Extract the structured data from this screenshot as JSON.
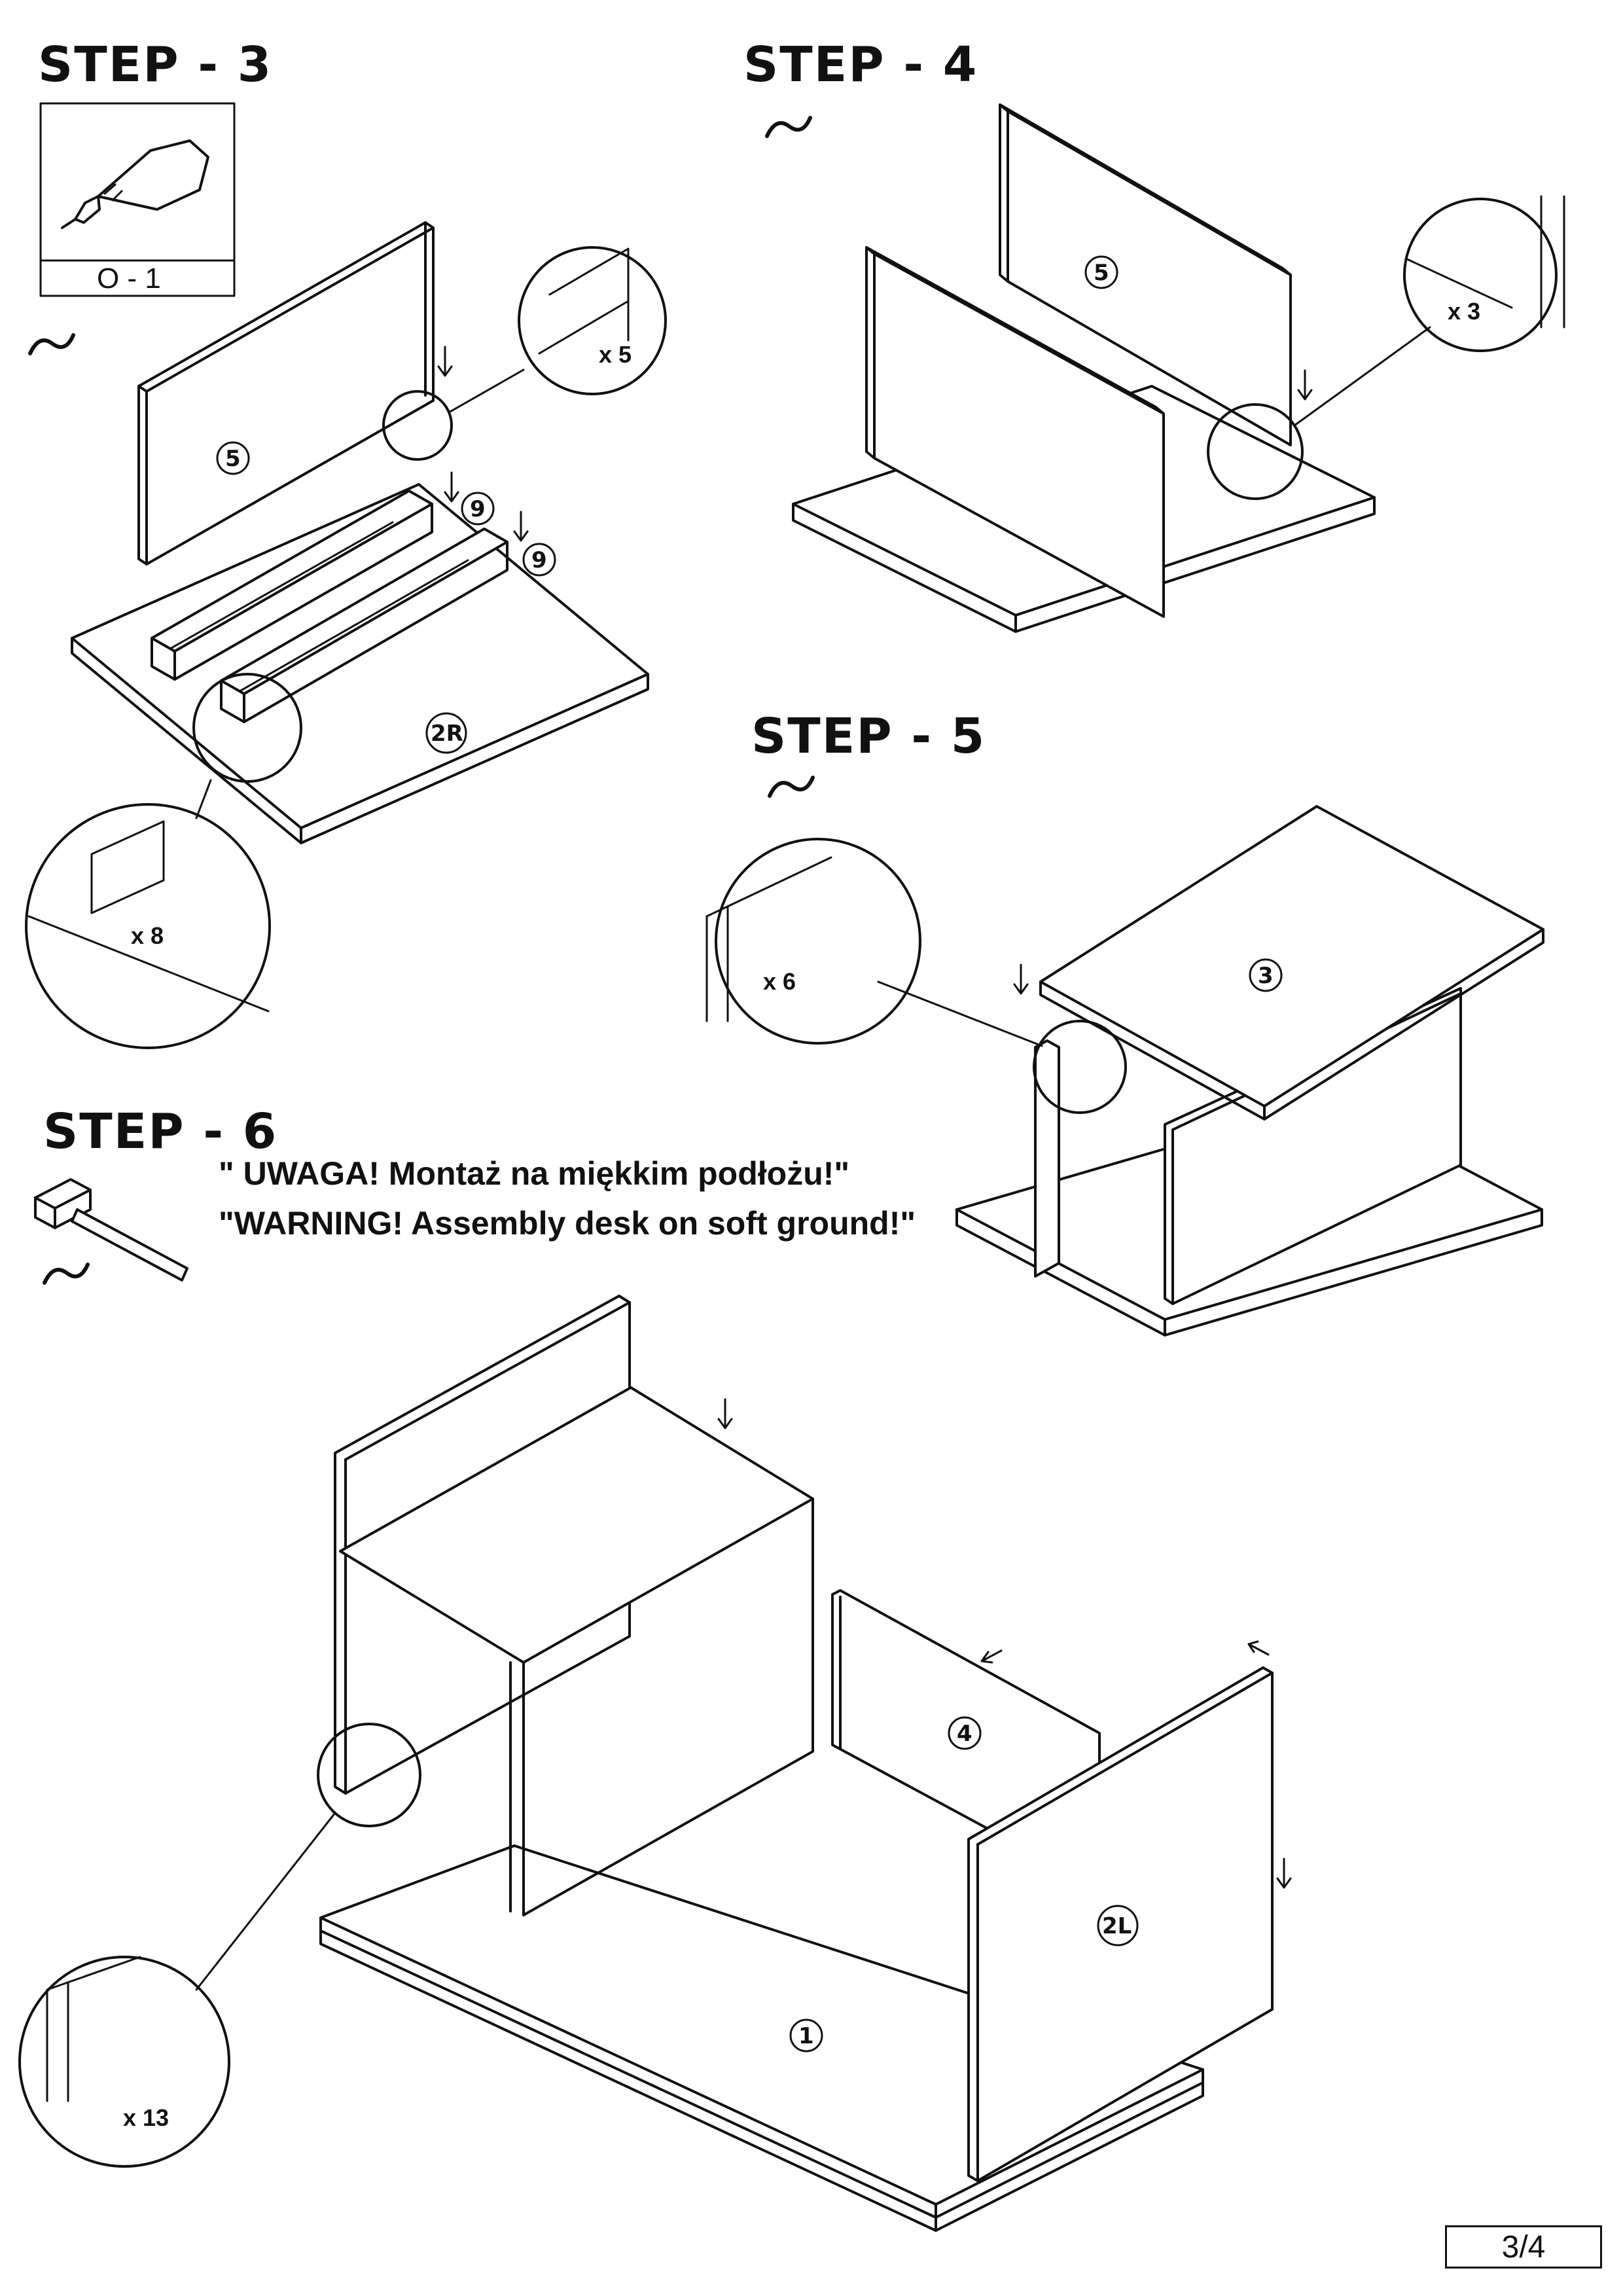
{
  "steps": {
    "s3": "STEP - 3",
    "s4": "STEP - 4",
    "s5": "STEP - 5",
    "s6": "STEP - 6"
  },
  "glue_box": {
    "label": "O - 1"
  },
  "warnings": {
    "pl": "\" UWAGA! Montaż na miękkim podłożu!\"",
    "en": "\"WARNING! Assembly desk on soft ground!\""
  },
  "parts": {
    "p5": "5",
    "p9": "9",
    "p2r": "2R",
    "p3": "3",
    "p4": "4",
    "p2l": "2L",
    "p1": "1"
  },
  "quantities": {
    "s3_dowel": "x 5",
    "s3_glue": "x 8",
    "s4_cam": "x 3",
    "s5_cam": "x 6",
    "s6_cam": "x 13"
  },
  "page_number": "3/4"
}
